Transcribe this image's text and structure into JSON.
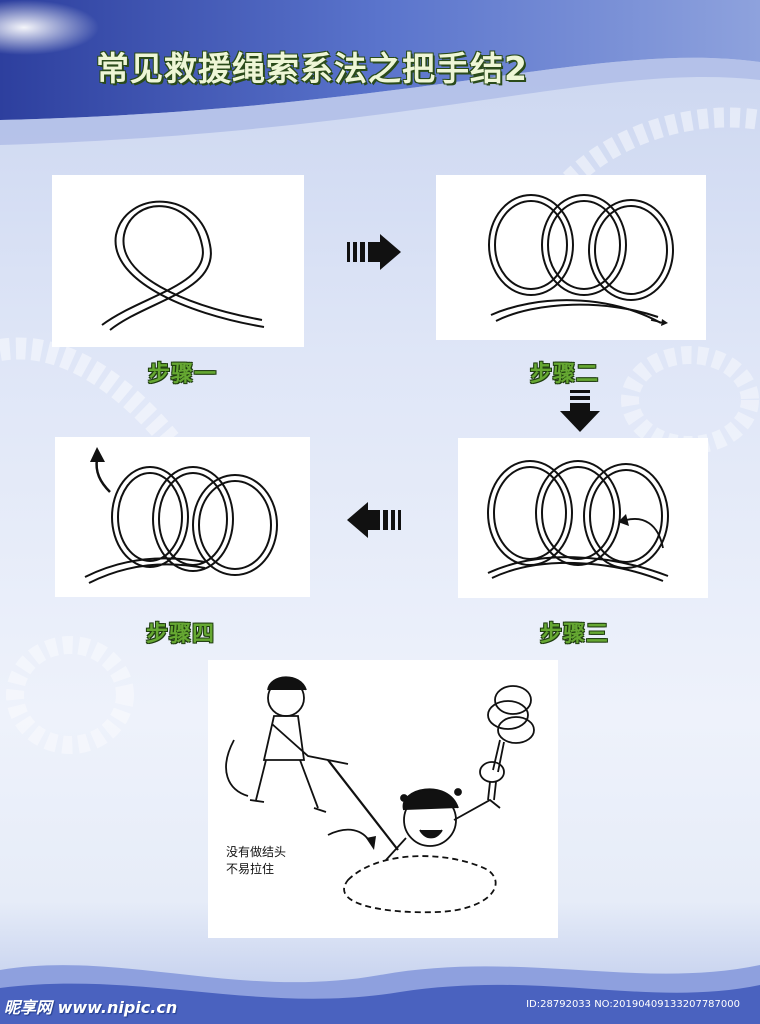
{
  "title": "常见救援绳索系法之把手结2",
  "steps": [
    {
      "label": "步骤一",
      "image": "rope-single-loop"
    },
    {
      "label": "步骤二",
      "image": "rope-three-loops"
    },
    {
      "label": "步骤三",
      "image": "rope-three-loops-wrap"
    },
    {
      "label": "步骤四",
      "image": "rope-knot-pulled"
    }
  ],
  "illustration": {
    "caption_line1": "没有做结头",
    "caption_line2": "不易拉住",
    "description_icon": "rescue-cartoon"
  },
  "watermark": "昵享网 www.nipic.cn",
  "image_id": "ID:28792033 NO:20190409133207787000",
  "colors": {
    "title_text": "#eef6d6",
    "title_outline": "#2a4b1a",
    "step_label": "#66a832",
    "background_top": "#c9d4ef",
    "band_blue": "#4f67c0"
  }
}
